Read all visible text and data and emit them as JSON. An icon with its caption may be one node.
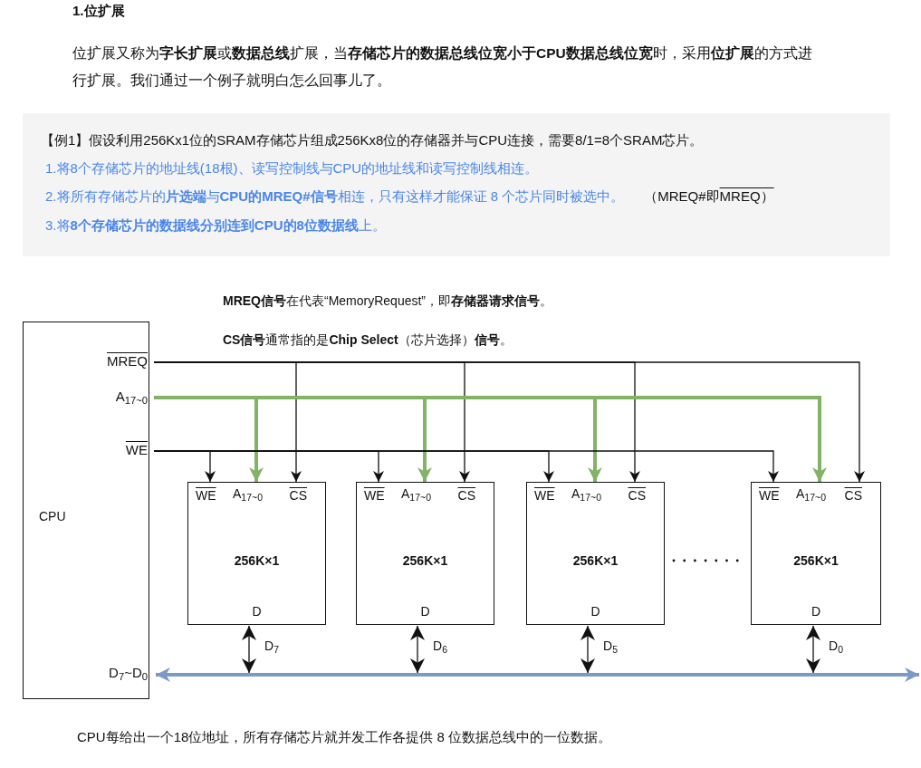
{
  "diagram": {
    "title": "1.位扩展",
    "caption": "CPU每给出一个18位地址，所有存储芯片就并发工作各提供 8 位数据总线中的一位数据。",
    "nodes": [
      {
        "text": [
          "CPU"
        ]
      },
      {
        "text": [
          "MREQ"
        ],
        "in": 0
      },
      {
        "text": [
          "A$_{17~0}$"
        ],
        "in": 0
      },
      {
        "text": [
          "WE"
        ],
        "in": 0
      },
      {
        "text": [
          "D$_{7}$~D$_{0}$"
        ],
        "in": 0
      },
      {
        "text": [
          "WE",
          "A$_{17~0}$",
          "CS",
          "256K×1",
          "D"
        ]
      },
      {
        "text": [
          "WE",
          "A$_{17~0}$",
          "CS",
          "256K×1",
          "D"
        ]
      },
      {
        "text": [
          "WE",
          "A$_{17~0}$",
          "CS",
          "256K×1",
          "D"
        ]
      },
      {
        "text": [
          "WE",
          "A$_{17~0}$",
          "CS",
          "256K×1",
          "D"
        ]
      }
    ],
    "edges": [
      {
        "from": 1,
        "to": 5,
        "arrow": "to"
      },
      {
        "from": 1,
        "to": 6,
        "arrow": "to"
      },
      {
        "from": 1,
        "to": 7,
        "arrow": "to"
      },
      {
        "from": 1,
        "to": 8,
        "arrow": "to"
      },
      {
        "from": 2,
        "to": 5,
        "arrow": "to",
        "style": "thick",
        "color": "#82b366"
      },
      {
        "from": 2,
        "to": 6,
        "arrow": "to",
        "style": "thick",
        "color": "#82b366"
      },
      {
        "from": 2,
        "to": 7,
        "arrow": "to",
        "style": "thick",
        "color": "#82b366"
      },
      {
        "from": 2,
        "to": 8,
        "arrow": "to",
        "style": "thick",
        "color": "#82b366"
      },
      {
        "from": 3,
        "to": 5,
        "arrow": "to"
      },
      {
        "from": 3,
        "to": 6,
        "arrow": "to"
      },
      {
        "from": 3,
        "to": 7,
        "arrow": "to"
      },
      {
        "from": 3,
        "to": 8,
        "arrow": "to"
      },
      {
        "from": 5,
        "to": null,
        "arrow": "both",
        "label": "D$_{7}$"
      },
      {
        "from": 6,
        "to": null,
        "arrow": "both",
        "label": "D$_{6}$"
      },
      {
        "from": 7,
        "to": null,
        "arrow": "both",
        "label": "D$_{5}$"
      },
      {
        "from": 8,
        "to": null,
        "arrow": "both",
        "label": "D$_{0}$"
      },
      {
        "from": 4,
        "to": null,
        "arrow": "both",
        "style": "thick",
        "color": "#7c99c8"
      }
    ],
    "labels": [
      "位扩展又称为**字长扩展**或**数据总线**扩展，当**存储芯片的数据总线位宽小于CPU数据总线位宽**时，采用**位扩展**的方式进行扩展。我们通过一个例子就明白怎么回事儿了。",
      "【例1】假设利用256Kx1位的SRAM存储芯片组成256Kx8位的存储器并与CPU连接，需要8/1=8个SRAM芯片。",
      "1.将8个存储芯片的地址线(18根)、读写控制线与CPU的地址线和读写控制线相连。",
      "2.将所有存储芯片的**片选端**与**CPU的MREQ#信号**相连，只有这样才能保证 8 个芯片同时被选中。",
      "（MREQ#即",
      "MREQ）",
      "3.将**8个存储芯片的数据线分别连到CPU的8位数据线**上。",
      "**MREQ信号**在代表“MemoryRequest”，即**存储器请求信号**。",
      "**CS信号**通常指的是**Chip Select**（芯片选择）**信号**。"
    ]
  }
}
